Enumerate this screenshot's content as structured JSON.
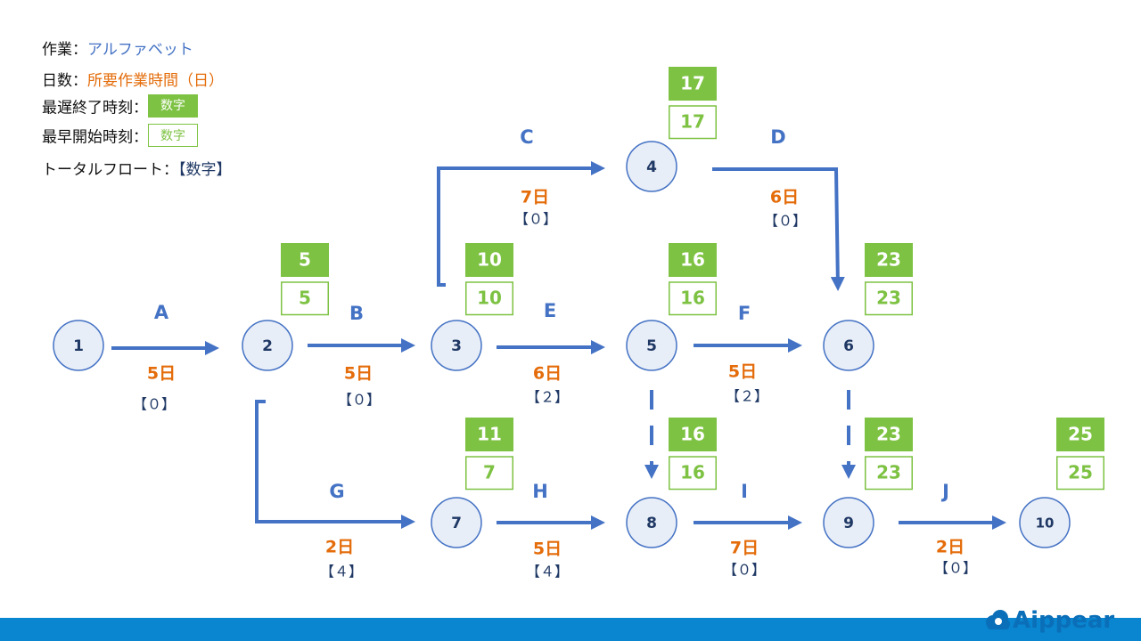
{
  "legend": {
    "task_key": "作業：",
    "task_val": "アルファベット",
    "days_key": "日数：",
    "days_val": "所要作業時間（日）",
    "late_key": "最遅終了時刻：",
    "late_sample": "数字",
    "early_key": "最早開始時刻：",
    "early_sample": "数字",
    "float_key": "トータルフロート：",
    "float_val": "【数字】"
  },
  "colors": {
    "arrow": "#4472c4",
    "node_fill": "#e8eef8",
    "node_stroke": "#4472c4",
    "late_fill": "#7dc242",
    "early_stroke": "#7dc242",
    "days": "#e46c0a",
    "task_label": "#4472c4",
    "footer": "#0a85cf"
  },
  "nodes": [
    {
      "id": "1",
      "label": "1"
    },
    {
      "id": "2",
      "label": "2",
      "late": "5",
      "early": "5"
    },
    {
      "id": "3",
      "label": "3",
      "late": "10",
      "early": "10"
    },
    {
      "id": "4",
      "label": "4",
      "late": "17",
      "early": "17"
    },
    {
      "id": "5",
      "label": "5",
      "late": "16",
      "early": "16"
    },
    {
      "id": "6",
      "label": "6",
      "late": "23",
      "early": "23"
    },
    {
      "id": "7",
      "label": "7",
      "late": "11",
      "early": "7"
    },
    {
      "id": "8",
      "label": "8",
      "late": "16",
      "early": "16"
    },
    {
      "id": "9",
      "label": "9",
      "late": "23",
      "early": "23"
    },
    {
      "id": "10",
      "label": "10",
      "late": "25",
      "early": "25"
    }
  ],
  "tasks": [
    {
      "from": "1",
      "to": "2",
      "name": "A",
      "days": "5日",
      "float": "【０】"
    },
    {
      "from": "2",
      "to": "3",
      "name": "B",
      "days": "5日",
      "float": "【０】"
    },
    {
      "from": "3",
      "to": "4",
      "name": "C",
      "days": "7日",
      "float": "【０】"
    },
    {
      "from": "4",
      "to": "6",
      "name": "D",
      "days": "6日",
      "float": "【０】"
    },
    {
      "from": "3",
      "to": "5",
      "name": "E",
      "days": "6日",
      "float": "【２】"
    },
    {
      "from": "5",
      "to": "6",
      "name": "F",
      "days": "5日",
      "float": "【２】"
    },
    {
      "from": "2",
      "to": "7",
      "name": "G",
      "days": "2日",
      "float": "【４】"
    },
    {
      "from": "7",
      "to": "8",
      "name": "H",
      "days": "5日",
      "float": "【４】"
    },
    {
      "from": "8",
      "to": "9",
      "name": "I",
      "days": "7日",
      "float": "【０】"
    },
    {
      "from": "9",
      "to": "10",
      "name": "J",
      "days": "2日",
      "float": "【０】"
    }
  ],
  "dummies": [
    {
      "from": "5",
      "to": "8"
    },
    {
      "from": "6",
      "to": "9"
    }
  ],
  "brand": "Aippear"
}
